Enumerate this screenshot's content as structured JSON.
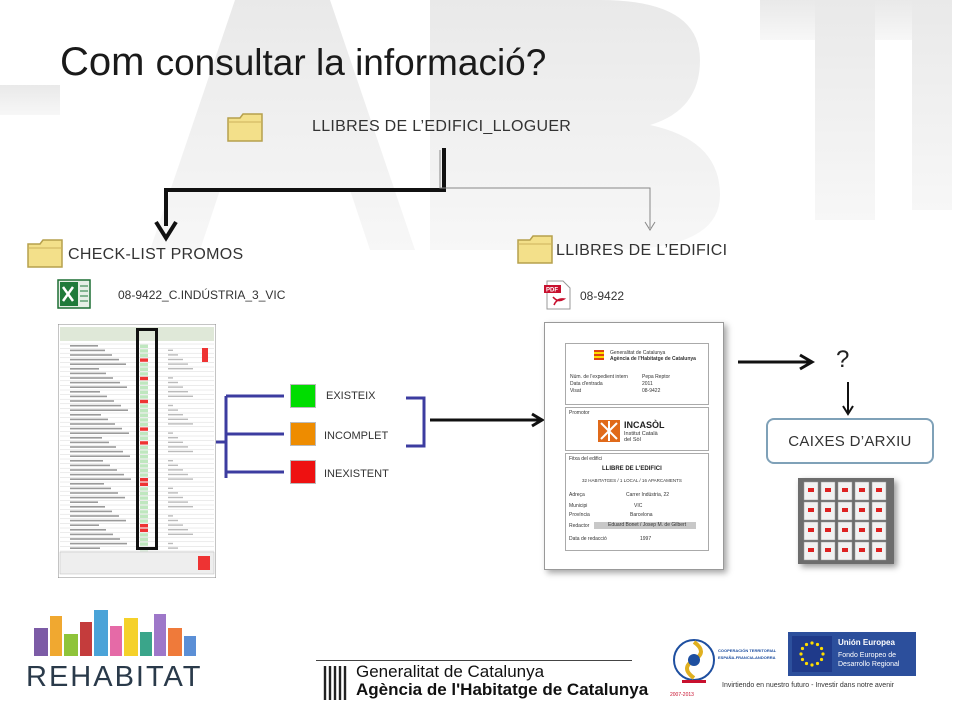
{
  "slide": {
    "title_first": "Com",
    "title_rest": "consultar la informació?",
    "watermark_text": "LAB"
  },
  "folders": {
    "top": "LLIBRES DE L’EDIFICI_LLOGUER",
    "left": "CHECK-LIST PROMOS",
    "right": "LLIBRES DE L’EDIFICI"
  },
  "files": {
    "excel_name": "08-9422_C.INDÚSTRIA_3_VIC",
    "pdf_name": "08-9422",
    "pdf_badge": "PDF"
  },
  "legend": [
    {
      "label": "EXISTEIX",
      "color": "#00dd00"
    },
    {
      "label": "INCOMPLET",
      "color": "#ee8c00"
    },
    {
      "label": "INEXISTENT",
      "color": "#ee1111"
    }
  ],
  "pdf_doc": {
    "header1": "Generalitat de Catalunya",
    "header2": "Agència de l'Habitatge de Catalunya",
    "rows": [
      {
        "k": "Núm. de l'expedient intern",
        "v": "Pepa Reptor"
      },
      {
        "k": "Data d'entrada",
        "v": "2011"
      },
      {
        "k": "Visat",
        "v": "08-9422"
      }
    ],
    "promotor_label": "Promotor",
    "incasol_name": "INCASÒL",
    "incasol_sub1": "Institut Català",
    "incasol_sub2": "del Sòl",
    "fitxa_label": "Fitxa del edifici",
    "book_title": "LLIBRE DE L'EDIFICI",
    "book_sub": "32 HABITATGES / 1 LOCAL / 16 APARCAMENTS",
    "details": [
      {
        "k": "Adreça",
        "v": "Carrer Indústria, 22"
      },
      {
        "k": "Municipi",
        "v": "VIC"
      },
      {
        "k": "Província",
        "v": "Barcelona"
      },
      {
        "k": "Redactor",
        "v": "Eduard Bonet / Josep M. de Gilbert"
      },
      {
        "k": "Data de redacció",
        "v": "1997"
      }
    ]
  },
  "archive": {
    "question": "?",
    "caixes": "CAIXES D’ARXIU"
  },
  "logos": {
    "rehabitat": "REHABITAT",
    "gen_line1": "Generalitat de Catalunya",
    "gen_line2": "Agència de l'Habitatge de Catalunya",
    "poctefa_1": "COOPERACIÓN TERRITORIAL",
    "poctefa_2": "ESPAÑA-FRANCIA-ANDORRA",
    "poctefa_years": "2007-2013",
    "eu_title": "Unión Europea",
    "eu_fund1": "Fondo Europeo de",
    "eu_fund2": "Desarrollo Regional",
    "tagline": "Invirtiendo en nuestro futuro - Investir dans notre avenir"
  },
  "colors": {
    "arrow_dark": "#111111",
    "connector_blue": "#3c3ca0",
    "caixes_border": "#7fa1b8",
    "folder_yellow": "#f3e08a"
  }
}
